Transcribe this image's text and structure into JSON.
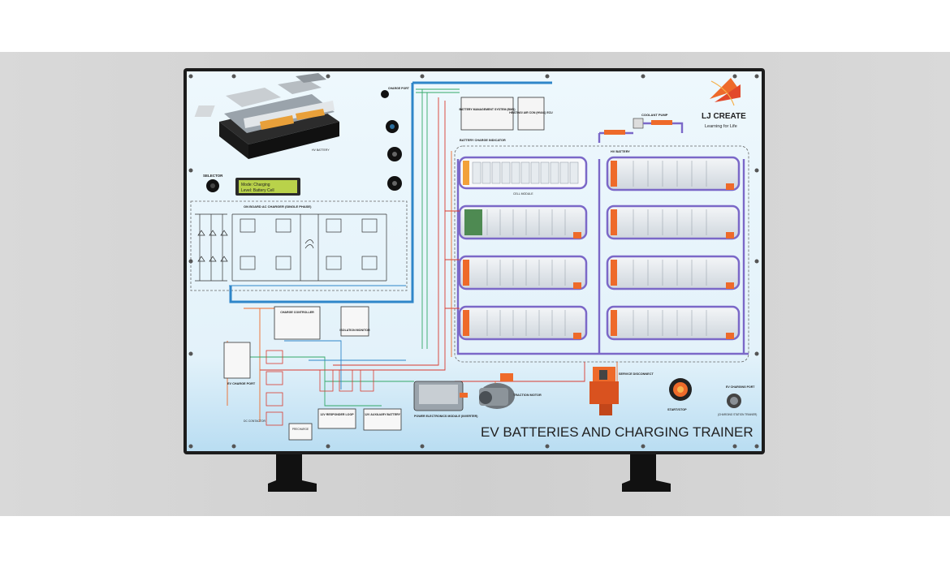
{
  "board": {
    "title": "EV BATTERIES AND CHARGING TRAINER",
    "logo": {
      "name": "LJ CREATE",
      "tagline": "Learning for Life"
    },
    "lcd": {
      "line1": "Mode: Charging",
      "line2": "Level: Battery Cell"
    }
  },
  "labels": {
    "hv_battery_top": "HV BATTERY",
    "selector": "SELECTOR",
    "charge_port": "CHARGE PORT",
    "bms": "BATTERY MANAGEMENT SYSTEM (BMS)",
    "hvac": "HEATING/ AIR CON (HVAC) ECU",
    "charge_indicator": "BATTERY CHARGE INDICATOR",
    "coolant_pump": "COOLANT PUMP",
    "hv_battery_pack": "HV BATTERY",
    "cell_module": "CELL MODULE",
    "onboard_charger": "ON BOARD AC CHARGER (SINGLE PHASE)",
    "charge_controller": "CHARGE CONTROLLER",
    "isolation_monitor": "ISOLATION MONITOR",
    "ev_charge_port": "EV CHARGE PORT",
    "dc_contactor": "DC CONTACTOR",
    "precharge": "PRECHARGE",
    "twelve_v_responder": "12V RESPONDER LOOP",
    "twelve_v_battery": "12V AUXILIARY BATTERY",
    "power_electronics": "POWER ELECTRONICS MODULE (INVERTER)",
    "traction_motor": "TRACTION MOTOR",
    "service_disconnect": "SERVICE DISCONNECT",
    "start_stop": "START/STOP",
    "ev_charging_port": "EV CHARGING PORT",
    "charging_station": "(CHARGING STATION TRAINER)"
  },
  "colors": {
    "backdrop": "#d4d4d4",
    "panel_light": "#e9f5fb",
    "panel_blue": "#c5e3f4",
    "frame": "#1c1c1c",
    "hv_bus": "#2f86c9",
    "coolant": "#7b68c8",
    "orange": "#ee6a2a",
    "green": "#33a868",
    "red": "#d93a2f"
  }
}
